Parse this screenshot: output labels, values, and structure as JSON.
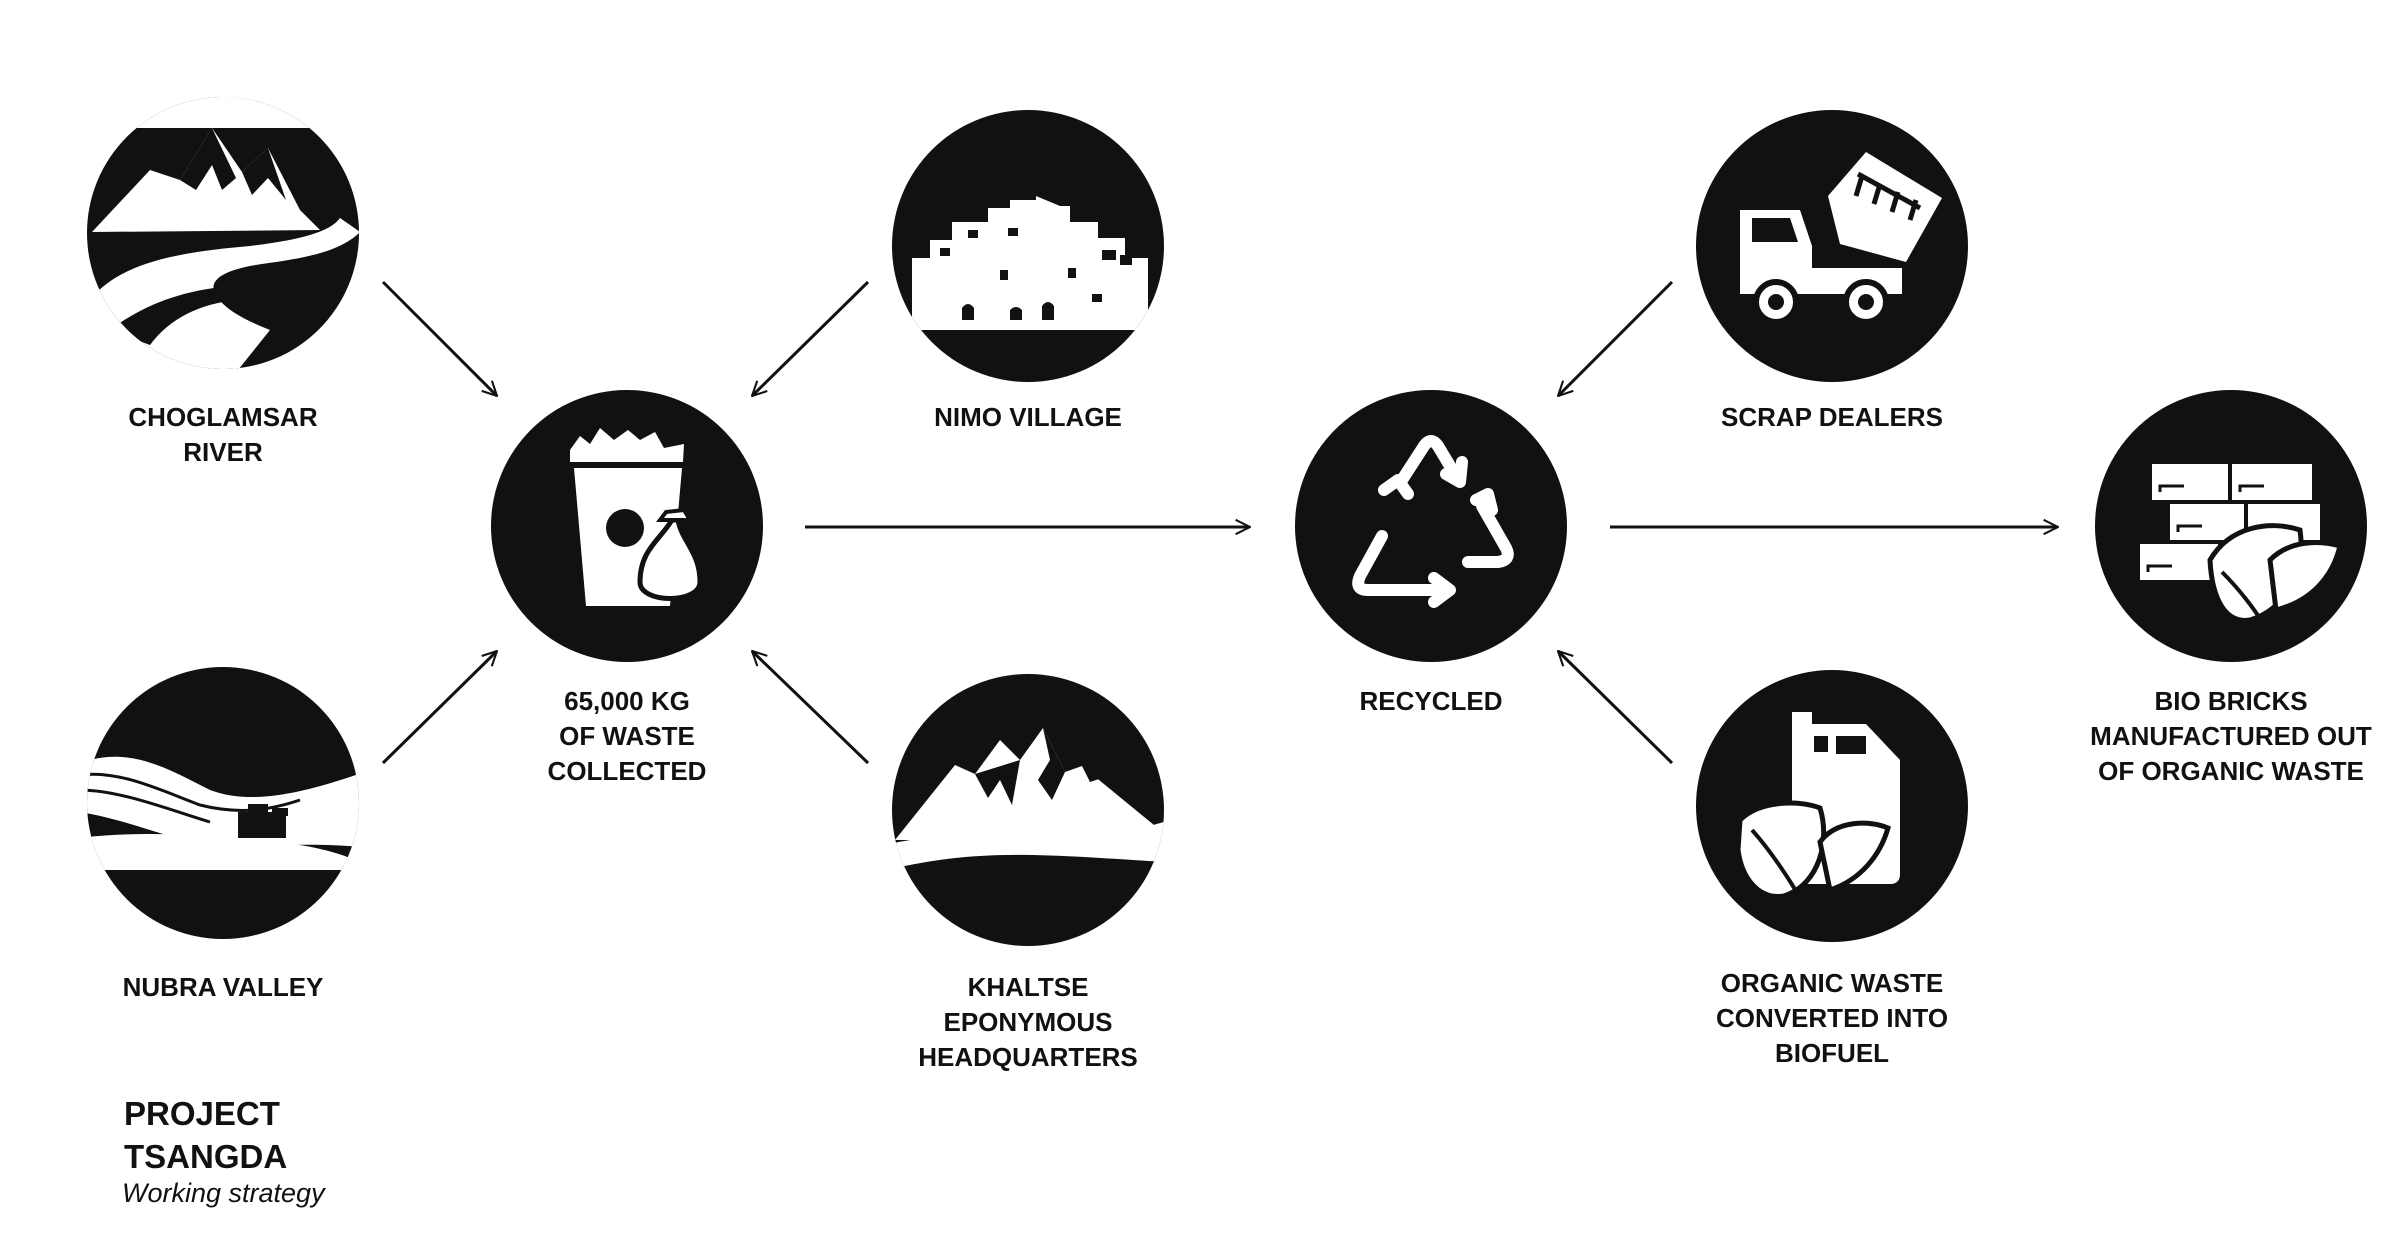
{
  "project": {
    "title_lines": [
      "PROJECT",
      "TSANGDA"
    ],
    "subtitle": "Working strategy"
  },
  "nodes": {
    "choglamsar": {
      "label_lines": [
        "CHOGLAMSAR",
        "RIVER"
      ],
      "icon": "mountain-river-icon"
    },
    "nubra": {
      "label_lines": [
        "NUBRA VALLEY"
      ],
      "icon": "valley-landscape-icon"
    },
    "nimo": {
      "label_lines": [
        "NIMO VILLAGE"
      ],
      "icon": "village-houses-icon"
    },
    "khaltse": {
      "label_lines": [
        "KHALTSE",
        "EPONYMOUS",
        "HEADQUARTERS"
      ],
      "icon": "mountain-peak-icon"
    },
    "waste": {
      "label_lines": [
        "65,000 KG",
        "OF WASTE",
        "COLLECTED"
      ],
      "icon": "trash-bin-icon"
    },
    "recycled": {
      "label_lines": [
        "RECYCLED"
      ],
      "icon": "recycle-icon"
    },
    "scrap": {
      "label_lines": [
        "SCRAP DEALERS"
      ],
      "icon": "dump-truck-icon"
    },
    "biofuel": {
      "label_lines": [
        "ORGANIC WASTE",
        "CONVERTED INTO",
        "BIOFUEL"
      ],
      "icon": "fuel-can-leaf-icon"
    },
    "bricks": {
      "label_lines": [
        "BIO BRICKS",
        "MANUFACTURED OUT",
        "OF ORGANIC WASTE"
      ],
      "icon": "bricks-leaf-icon"
    }
  },
  "colors": {
    "ink": "#111111",
    "paper": "#ffffff"
  }
}
